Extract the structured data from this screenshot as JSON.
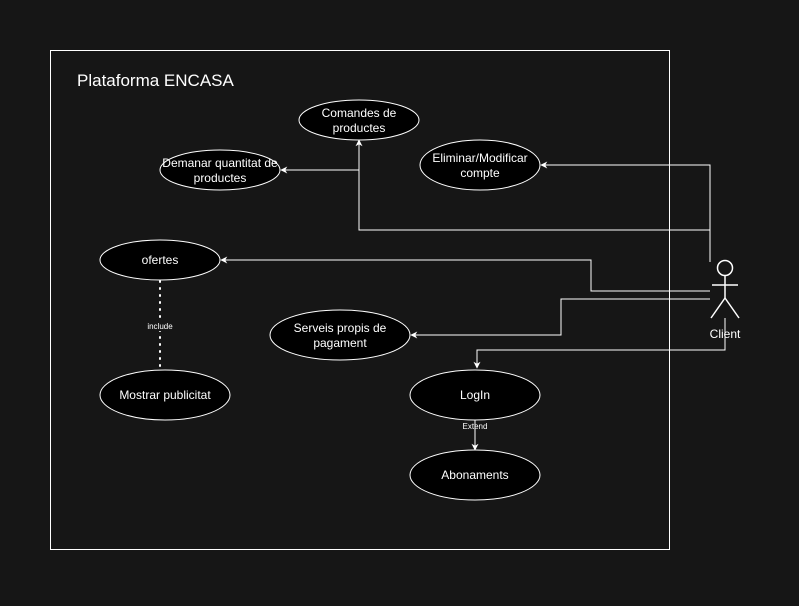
{
  "diagram": {
    "system_title": "Plataforma ENCASA",
    "actor": {
      "label": "Client",
      "icon": "stick-figure-icon"
    },
    "use_cases": {
      "comandes": [
        "Comandes de",
        "productes"
      ],
      "demanar": [
        "Demanar quantitat de",
        "productes"
      ],
      "eliminar": [
        "Eliminar/Modificar",
        "compte"
      ],
      "ofertes": [
        "ofertes"
      ],
      "serveis": [
        "Serveis propis de",
        "pagament"
      ],
      "login": [
        "LogIn"
      ],
      "publicitat": [
        "Mostrar publicitat"
      ],
      "abonaments": [
        "Abonaments"
      ]
    },
    "relations": {
      "include_label": "include",
      "extend_label": "Extend"
    },
    "colors": {
      "background": "#161616",
      "stroke": "#ffffff",
      "ellipse_fill": "#000000",
      "text": "#ffffff"
    }
  }
}
